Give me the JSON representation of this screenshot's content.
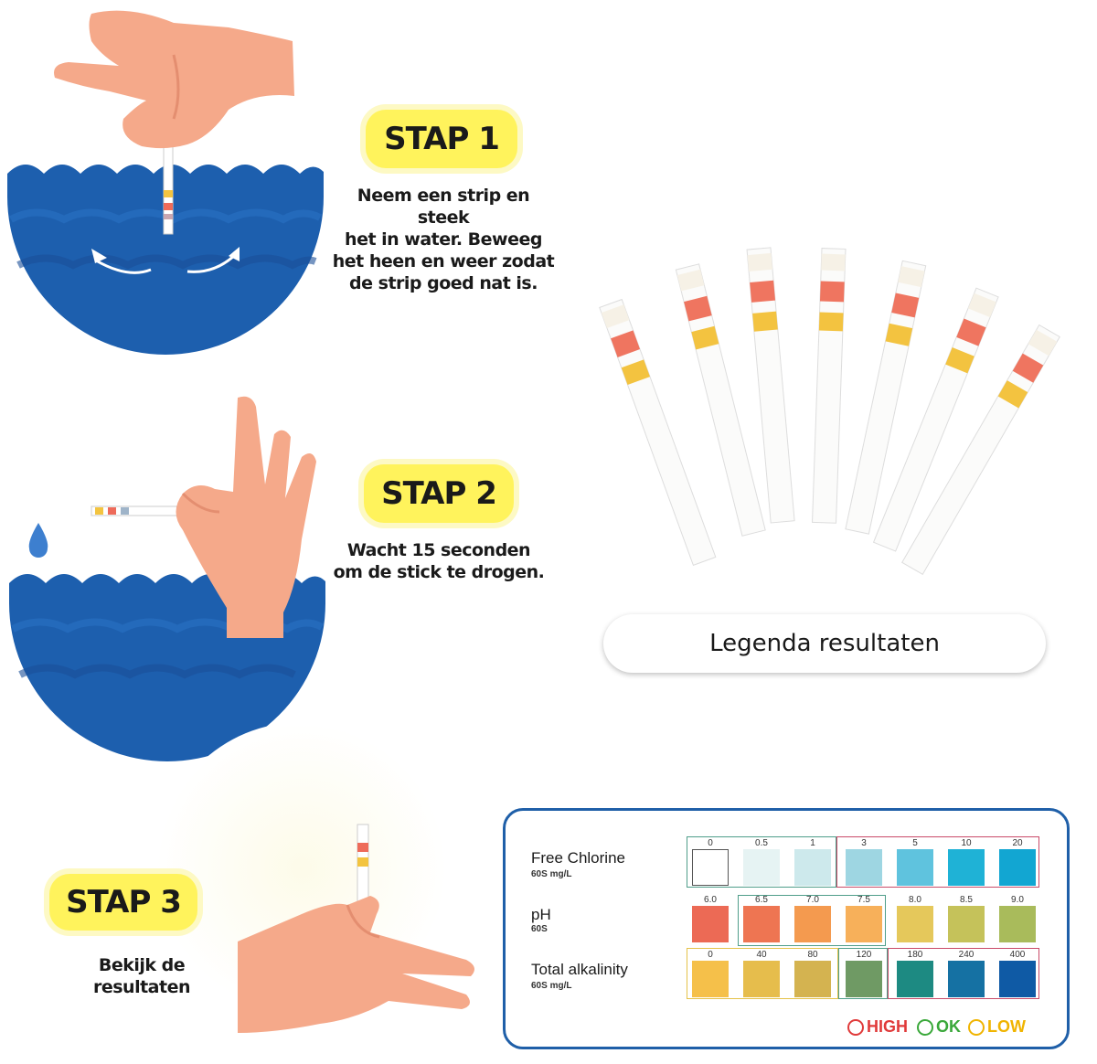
{
  "steps": [
    {
      "badge": "STAP 1",
      "text": "Neem een strip en steek\nhet in water.  Beweeg\nhet heen en weer zodat\nde strip goed nat is."
    },
    {
      "badge": "STAP 2",
      "text": "Wacht 15 seconden\nom de stick te drogen."
    },
    {
      "badge": "STAP 3",
      "text": "Bekijk de\nresultaten"
    }
  ],
  "legend_title": "Legenda resultaten",
  "colors": {
    "badge": "#fff35c",
    "water": "#1d5fae",
    "skin": "#f5a98a",
    "chart_border": "#1f5fa8",
    "high": "#e03a3a",
    "ok": "#3aa83a",
    "low": "#f0b400"
  },
  "chart": {
    "rows": [
      {
        "name": "Free Chlorine",
        "unit": "60S   mg/L",
        "ticks": [
          "0",
          "0.5",
          "1",
          "3",
          "5",
          "10",
          "20"
        ],
        "swatches": [
          "#ffffff",
          "#e6f3f3",
          "#cde9ec",
          "#9ed6e2",
          "#5fc3de",
          "#1fb2d6",
          "#12a6d2"
        ]
      },
      {
        "name": "pH",
        "unit": "60S",
        "ticks": [
          "6.0",
          "6.5",
          "7.0",
          "7.5",
          "8.0",
          "8.5",
          "9.0"
        ],
        "swatches": [
          "#ec6a55",
          "#ee7552",
          "#f49a4f",
          "#f7b05a",
          "#e5c85b",
          "#c5c25a",
          "#a9bb5b"
        ]
      },
      {
        "name": "Total alkalinity",
        "unit": "60S   mg/L",
        "ticks": [
          "0",
          "40",
          "80",
          "120",
          "180",
          "240",
          "400"
        ],
        "swatches": [
          "#f5c04a",
          "#e6bd4c",
          "#d4b350",
          "#6f9a64",
          "#1d8a82",
          "#1571a3",
          "#0f5aa5"
        ]
      }
    ],
    "status": {
      "high": "HIGH",
      "ok": "OK",
      "low": "LOW"
    }
  },
  "icons": [
    "hand-icon",
    "water-wave-icon",
    "water-drop-icon",
    "test-strip-icon",
    "sad-face-icon",
    "smile-face-icon",
    "neutral-face-icon"
  ]
}
